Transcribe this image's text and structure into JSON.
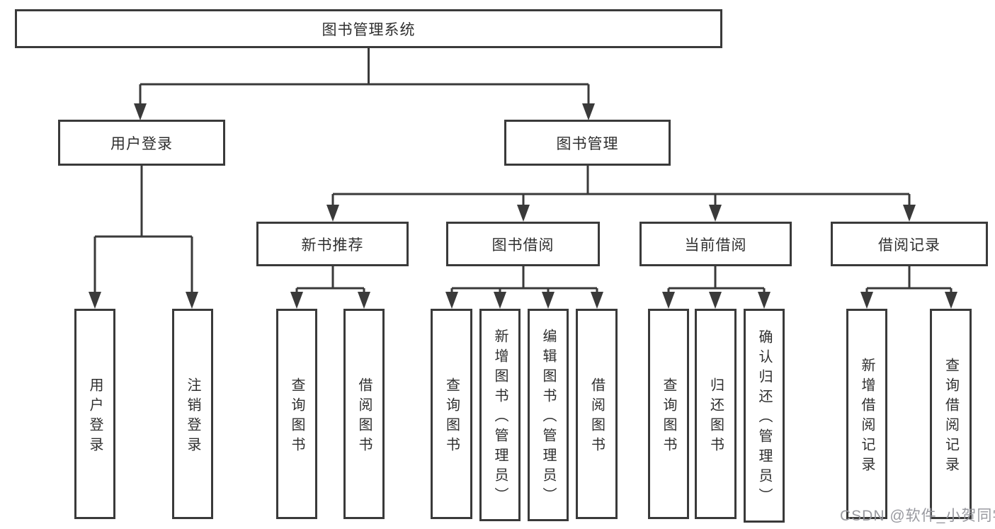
{
  "diagram": {
    "type": "tree",
    "root": {
      "label": "图书管理系统",
      "children": [
        {
          "label": "用户登录",
          "children": [
            {
              "label": "用户登录"
            },
            {
              "label": "注销登录"
            }
          ]
        },
        {
          "label": "图书管理",
          "children": [
            {
              "label": "新书推荐",
              "children": [
                {
                  "label": "查询图书"
                },
                {
                  "label": "借阅图书"
                }
              ]
            },
            {
              "label": "图书借阅",
              "children": [
                {
                  "label": "查询图书"
                },
                {
                  "label": "新增图书（管理员）"
                },
                {
                  "label": "编辑图书（管理员）"
                },
                {
                  "label": "借阅图书"
                }
              ]
            },
            {
              "label": "当前借阅",
              "children": [
                {
                  "label": "查询图书"
                },
                {
                  "label": "归还图书"
                },
                {
                  "label": "确认归还（管理员）"
                }
              ]
            },
            {
              "label": "借阅记录",
              "children": [
                {
                  "label": "新增借阅记录"
                },
                {
                  "label": "查询借阅记录"
                }
              ]
            }
          ]
        }
      ]
    },
    "colors": {
      "line": "#3a3a3a",
      "text": "#2f2f2f",
      "watermark": "#94959b",
      "background": "#ffffff"
    }
  },
  "watermark": {
    "text": "CSDN @软件_小贺同学"
  }
}
